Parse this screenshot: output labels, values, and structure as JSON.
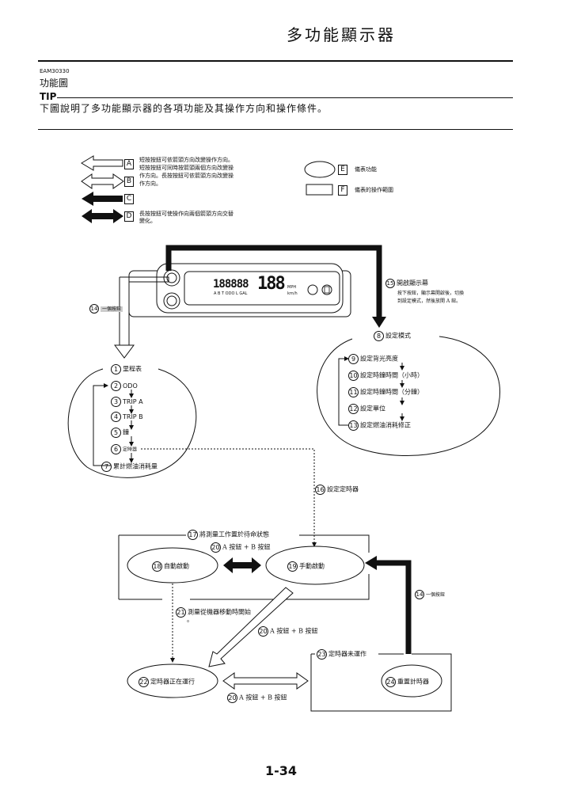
{
  "header": {
    "title": "多功能顯示器"
  },
  "section": {
    "code": "EAM30330",
    "subtitle": "功能圖"
  },
  "tip": {
    "label": "TIP",
    "text": "下圖說明了多功能顯示器的各項功能及其操作方向和操作條件。"
  },
  "legend": {
    "a_letter": "A",
    "a_text": "短按按鈕可依箭頭方向改變操作方向。",
    "a_text2": "短按按鈕可同時按箭頭兩個方向改變操",
    "a_text3": "作方向。長按按鈕可依箭頭方向改變操",
    "b_letter": "B",
    "b_text": "作方向。",
    "c_letter": "C",
    "d_letter": "D",
    "d_text": "長按按鈕可使操作向兩個箭頭方向交替",
    "d_text2": "變化。",
    "e_letter": "E",
    "e_text": "儀表功能",
    "f_letter": "F",
    "f_text": "儀表的操作範圍"
  },
  "display": {
    "digits": "188888",
    "speed": "188",
    "modes": "A B T ODO L GAL",
    "unit_top": "MPH",
    "unit_bot": "km/h"
  },
  "labels": {
    "n1": "1",
    "t1": "里程表",
    "n2": "2",
    "t2": "ODO",
    "n3": "3",
    "t3": "TRIP A",
    "n4": "4",
    "t4": "TRIP B",
    "n5": "5",
    "t5": "鐘",
    "n6": "6",
    "t6": "定時器",
    "n7": "7",
    "t7": "累計燃油消耗量",
    "n8": "8",
    "t8": "設定模式",
    "n9": "9",
    "t9": "設定背光亮度",
    "n10": "10",
    "t10": "設定時鐘時間（小時）",
    "n11": "11",
    "t11": "設定時鐘時間（分鐘）",
    "n12": "12",
    "t12": "設定單位",
    "n13": "13",
    "t13": "設定燃油消耗修正",
    "n14": "14",
    "t14": "一個按鈕",
    "n15": "15",
    "t15": "開啟顯示幕",
    "t15b": "按下按鈕，顯示幕開啟後，切換",
    "t15c": "到設定模式，然後放開 A 鈕。",
    "n16": "16",
    "t16": "設定定時器",
    "n17": "17",
    "t17": "將測量工作置於待命狀態",
    "n18": "18",
    "t18": "自動啟動",
    "n19": "19",
    "t19": "手動啟動",
    "n20": "20",
    "t20": "A 按鈕 + B 按鈕",
    "n21": "21",
    "t21": "測量從機器移動時開始",
    "t21b": "。",
    "n22": "22",
    "t22": "定時器正在運行",
    "n23": "23",
    "t23": "定時器未運作",
    "n24": "24",
    "t24": "重置計時器"
  },
  "footer": {
    "page": "1-34"
  }
}
